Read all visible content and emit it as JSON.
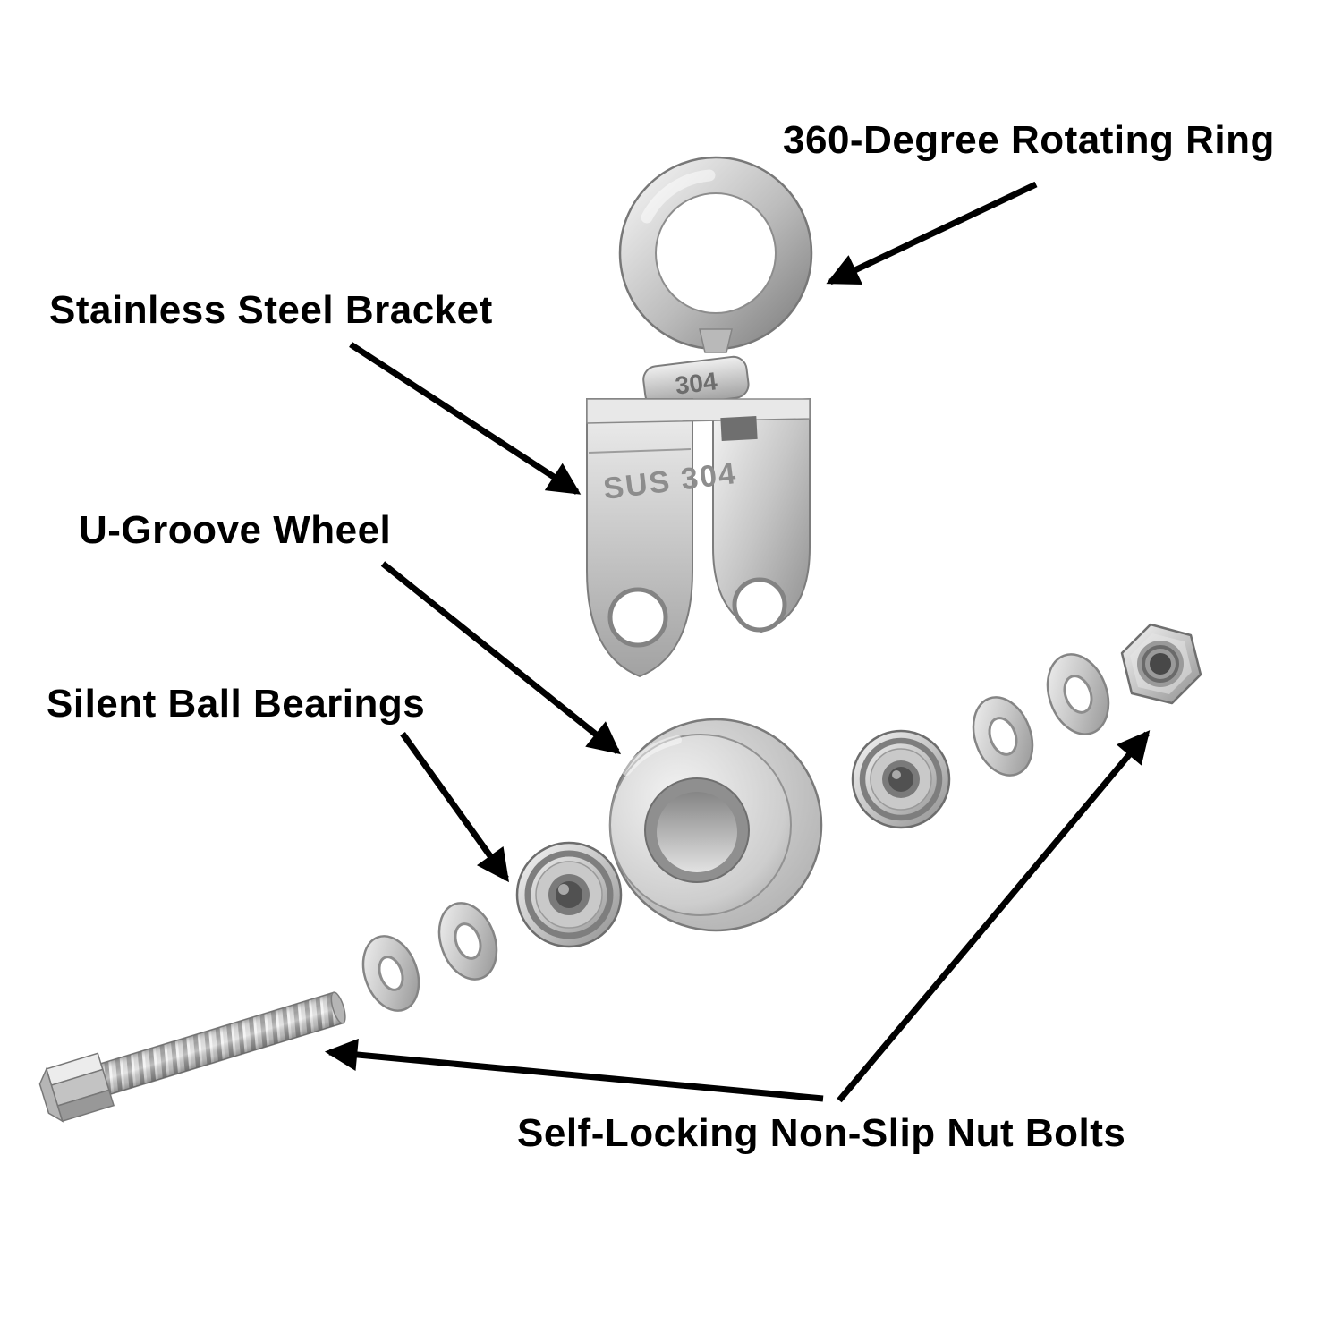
{
  "figure": {
    "labels": {
      "rotating_ring": "360-Degree Rotating Ring",
      "bracket": "Stainless Steel Bracket",
      "wheel": "U-Groove Wheel",
      "bearings": "Silent Ball Bearings",
      "nut_bolts": "Self-Locking Non-Slip Nut Bolts"
    },
    "part_markings": {
      "ring_collar": "304",
      "bracket_side": "SUS 304"
    },
    "palette": {
      "background": "#ffffff",
      "label_text": "#000000",
      "arrow": "#000000",
      "metal_light": "#f2f2f2",
      "metal_mid": "#c2c2c2",
      "metal_dark": "#8a8a8a",
      "bore_dark": "#4f4f4f"
    }
  }
}
